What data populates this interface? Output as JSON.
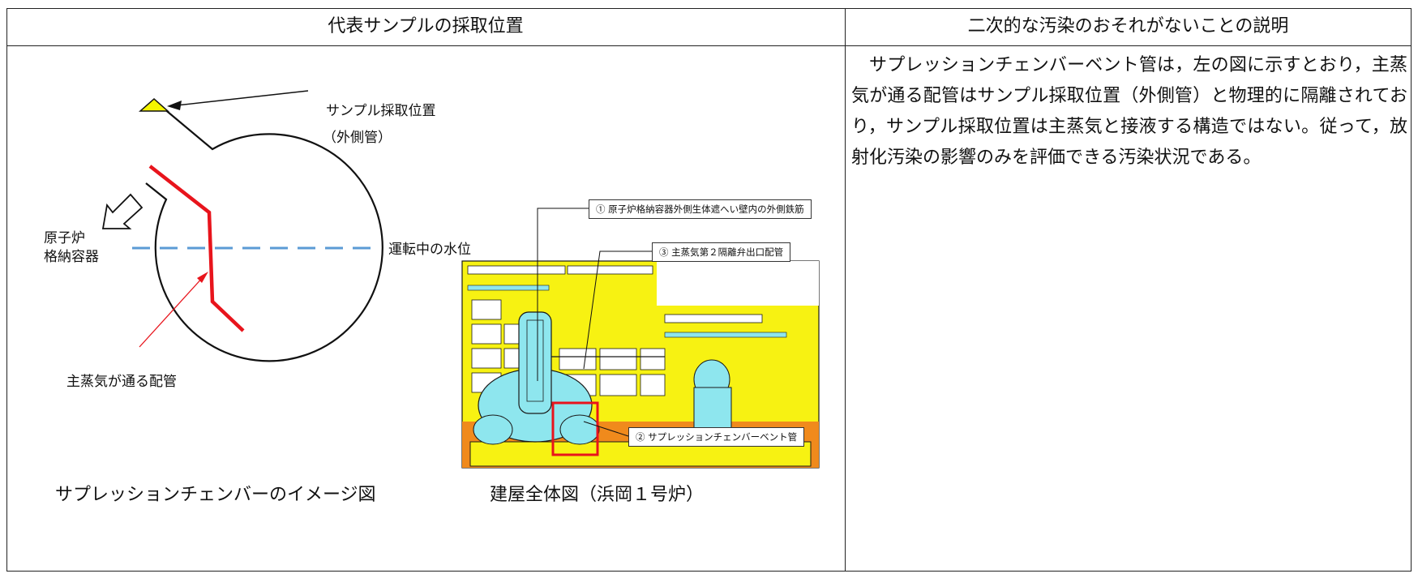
{
  "table": {
    "header_left": "代表サンプルの採取位置",
    "header_right": "二次的な汚染のおそれがないことの説明"
  },
  "diagram": {
    "sample_location_label": "サンプル採取位置",
    "sample_location_sub": "（外側管）",
    "containment_label_1": "原子炉",
    "containment_label_2": "格納容器",
    "water_level_label": "運転中の水位",
    "steam_pipe_label": "主蒸気が通る配管",
    "caption": "サプレッションチェンバーのイメージ図"
  },
  "building": {
    "callout_1": "① 原子炉格納容器外側生体遮へい壁内の外側鉄筋",
    "callout_3": "③ 主蒸気第２隔離弁出口配管",
    "callout_2": "② サプレッションチェンバーベント管",
    "caption": "建屋全体図（浜岡１号炉）"
  },
  "explanation": "サプレッションチェンバーベント管は，左の図に示すとおり，主蒸気が通る配管はサンプル採取位置（外側管）と物理的に隔離されており，サンプル採取位置は主蒸気と接液する構造ではない。従って，放射化汚染の影響のみを評価できる汚染状況である。",
  "colors": {
    "steam_pipe": "#e8141c",
    "water_level": "#5b9bd5",
    "sample_marker": "#f5f500",
    "building_fill": "#f7f212",
    "building_cyan": "#8ee6ee",
    "ground": "#f08a1c",
    "highlight_box": "#e8141c"
  }
}
